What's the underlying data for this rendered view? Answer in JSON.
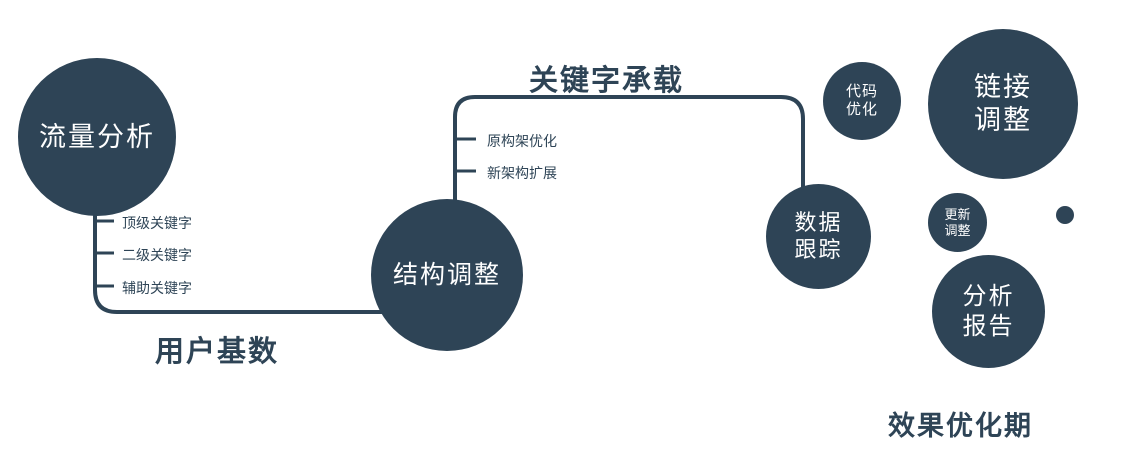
{
  "colors": {
    "primary": "#2e4456",
    "text_on_node": "#ffffff"
  },
  "nodes": {
    "traffic": {
      "label": "流量分析"
    },
    "structure": {
      "label": "结构调整"
    },
    "tracking": {
      "line1": "数据",
      "line2": "跟踪"
    },
    "code": {
      "line1": "代码",
      "line2": "优化"
    },
    "link": {
      "line1": "链接",
      "line2": "调整"
    },
    "update": {
      "line1": "更新",
      "line2": "调整"
    },
    "report": {
      "line1": "分析",
      "line2": "报告"
    }
  },
  "edge_labels": {
    "keyword_carry": "关键字承载",
    "user_base": "用户基数",
    "effect_phase": "效果优化期"
  },
  "branch_labels": {
    "left": [
      "顶级关键字",
      "二级关键字",
      "辅助关键字"
    ],
    "mid": [
      "原构架优化",
      "新架构扩展"
    ]
  }
}
